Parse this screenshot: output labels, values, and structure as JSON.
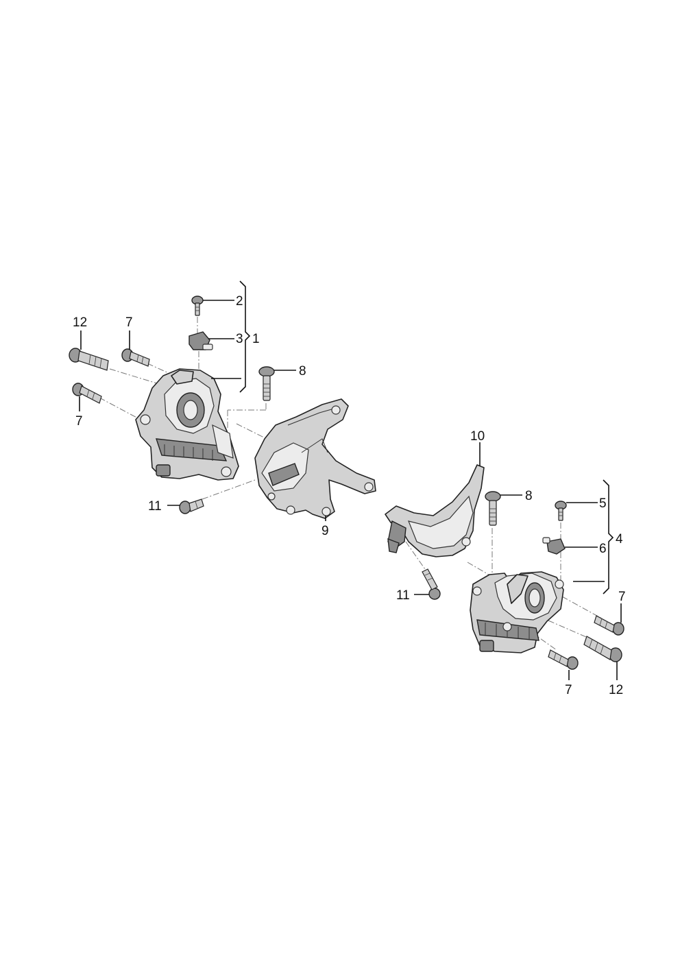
{
  "callouts": {
    "c1": "1",
    "c2": "2",
    "c3": "3",
    "c4": "4",
    "c5": "5",
    "c6": "6",
    "c7a": "7",
    "c7b": "7",
    "c7c": "7",
    "c7d": "7",
    "c8a": "8",
    "c8b": "8",
    "c9": "9",
    "c10": "10",
    "c11a": "11",
    "c11b": "11",
    "c12a": "12",
    "c12b": "12"
  }
}
